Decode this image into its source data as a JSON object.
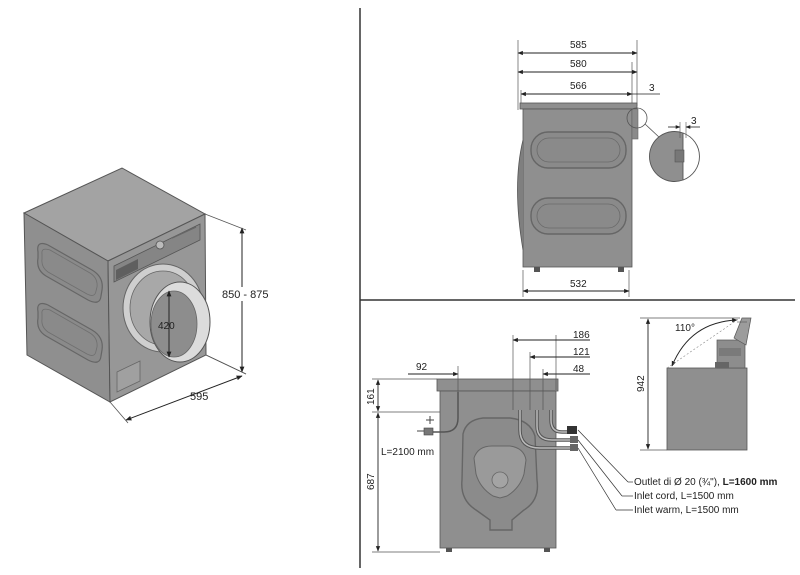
{
  "iso_view": {
    "height": "850 - 875",
    "width": "595",
    "door": "420"
  },
  "side_view": {
    "depth_total": "585",
    "depth_body": "580",
    "depth_cabinet": "566",
    "top_overhang": "3",
    "detail_gap": "3",
    "feet_span": "532"
  },
  "rear_view": {
    "d186": "186",
    "d121": "121",
    "d48": "48",
    "d92": "92",
    "d161": "161",
    "d687": "687",
    "drain_cord": "L=2100 mm",
    "outlet_prefix": "Outlet di Ø 20 (¾\"), ",
    "outlet_length": "L=1600 mm",
    "inlet_cord": "Inlet cord, L=1500 mm",
    "inlet_warm": "Inlet warm, L=1500 mm"
  },
  "open_view": {
    "angle": "110°",
    "height": "942"
  }
}
